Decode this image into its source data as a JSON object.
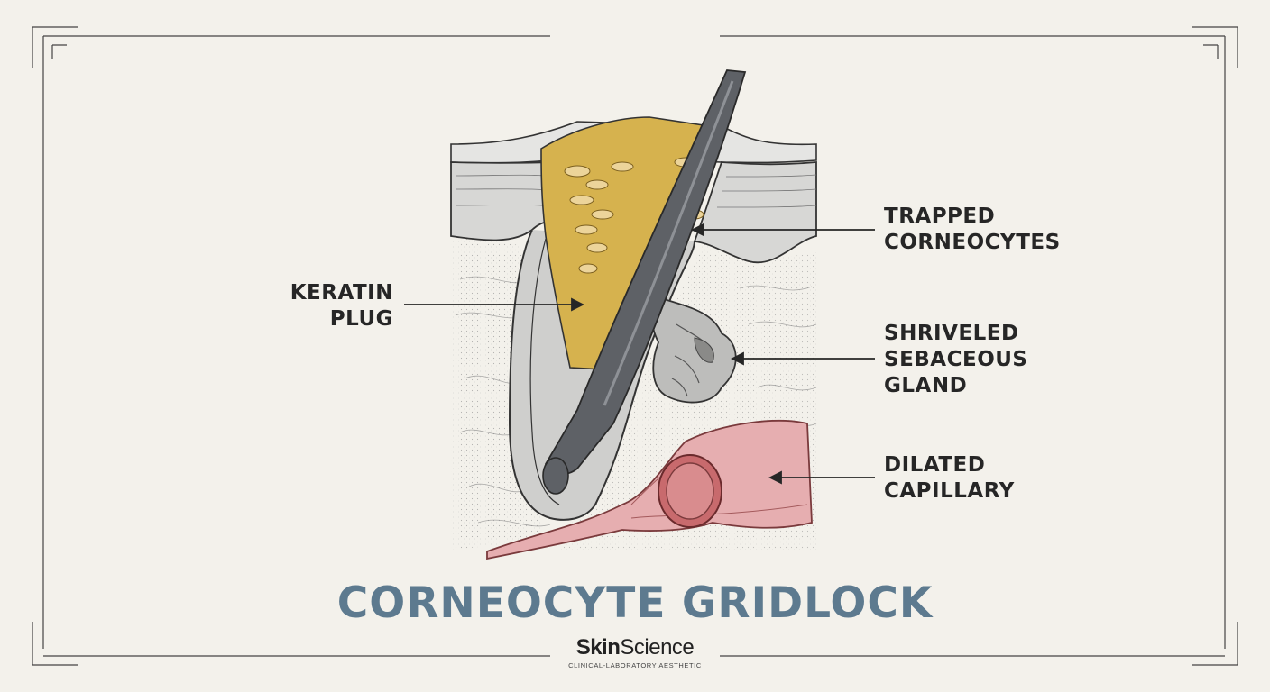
{
  "labels": {
    "keratin_plug": [
      "KERATIN",
      "PLUG"
    ],
    "trapped_corneocytes": [
      "TRAPPED",
      "CORNEOCYTES"
    ],
    "sebaceous_gland": [
      "SHRIVELED",
      "SEBACEOUS",
      "GLAND"
    ],
    "capillary": [
      "DILATED",
      "CAPILLARY"
    ]
  },
  "title": "CORNEOCYTE GRIDLOCK",
  "brand": {
    "name_bold": "Skin",
    "name_regular": "Science",
    "tagline": "CLINICAL-LABORATORY AESTHETIC"
  },
  "colors": {
    "background": "#f3f1eb",
    "title": "#5d7a8f",
    "keratin": "#d6b24e",
    "hair": "#5e6166",
    "capillary": "#d98c8e",
    "skin_layer": "#d7d7d5"
  }
}
